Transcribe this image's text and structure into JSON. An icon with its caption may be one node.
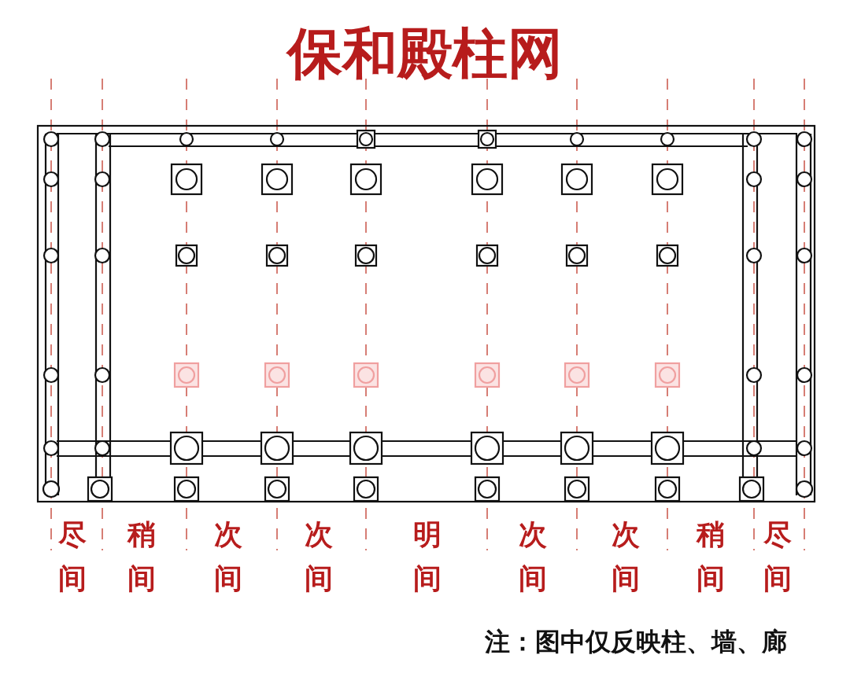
{
  "diagram": {
    "title": "保和殿柱网",
    "labels": [
      "尽间",
      "稍间",
      "次间",
      "次间",
      "明间",
      "次间",
      "次间",
      "稍间",
      "尽间",
      "注：图中仅反映柱、墙、廊"
    ]
  }
}
